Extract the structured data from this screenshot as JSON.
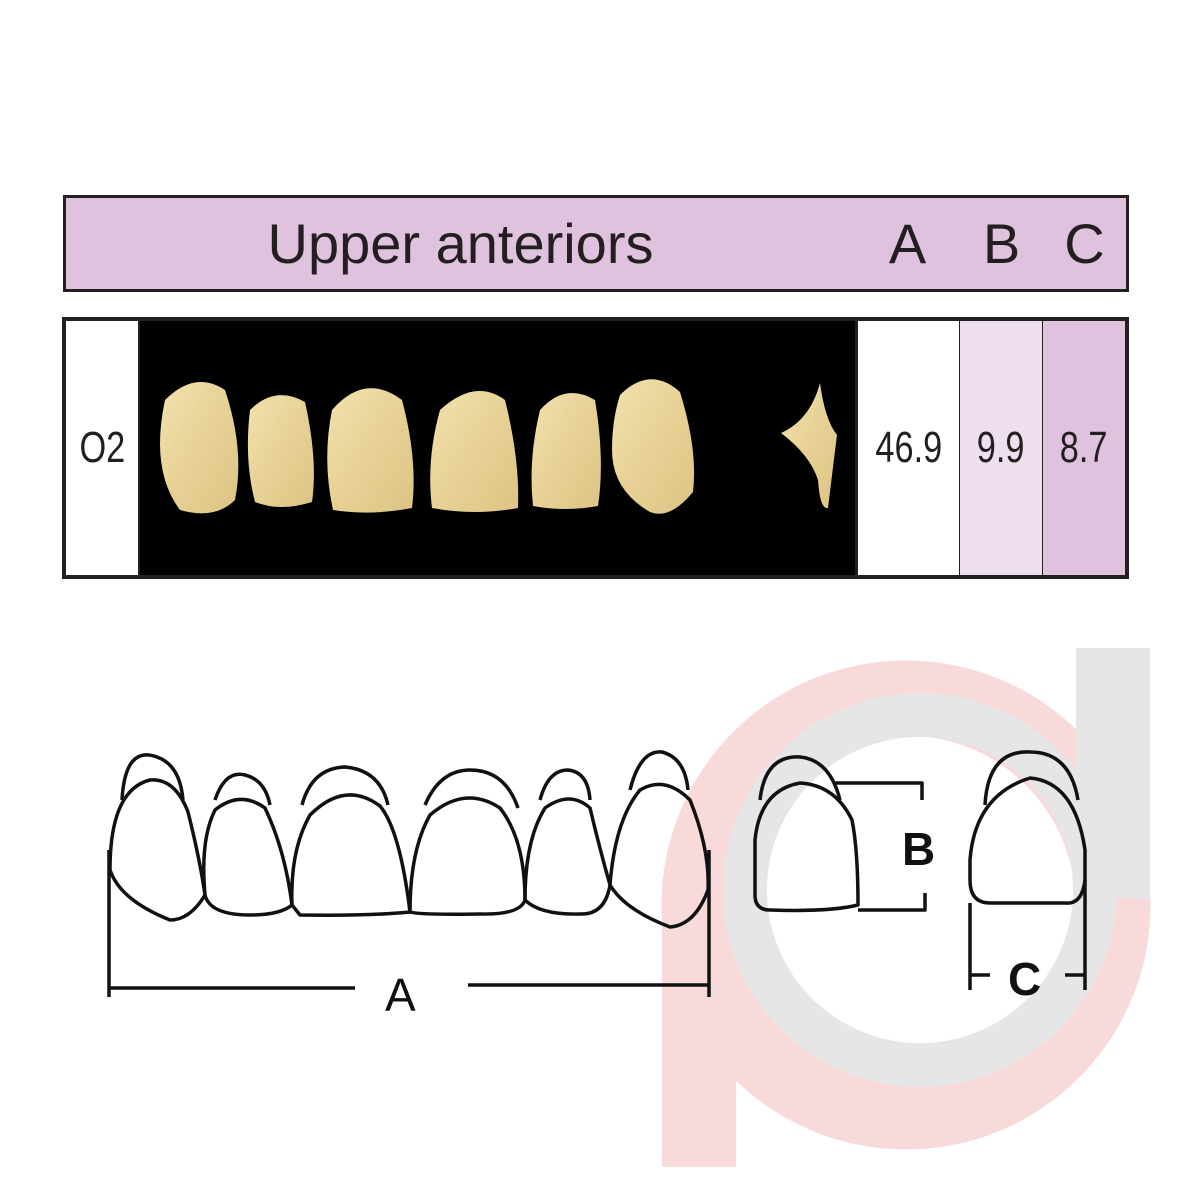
{
  "header": {
    "title": "Upper anteriors",
    "col_a": "A",
    "col_b": "B",
    "col_c": "C"
  },
  "row": {
    "mould": "O2",
    "a": "46.9",
    "b": "9.9",
    "c": "8.7"
  },
  "diagram": {
    "label_a": "A",
    "label_b": "B",
    "label_c": "C"
  },
  "colors": {
    "header_bg": "#dfc2dd",
    "light_cell": "#eedfee",
    "tooth": "#ecd9a0",
    "watermark_pink": "#f9dada",
    "watermark_gray": "#e6e6e6"
  }
}
